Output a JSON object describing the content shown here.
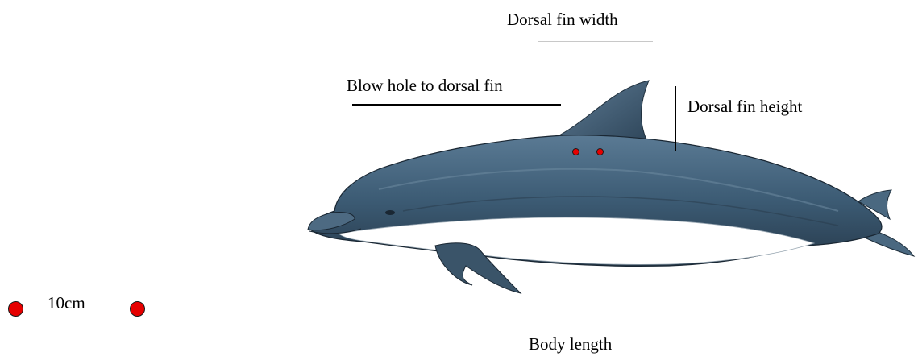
{
  "labels": {
    "dorsal_fin_width": "Dorsal fin width",
    "blow_hole_to_dorsal_fin": "Blow hole to dorsal fin",
    "dorsal_fin_height": "Dorsal fin height",
    "scale": "10cm",
    "body_length": "Body length"
  },
  "colors": {
    "marker_dot": "#e60000",
    "dolphin_back": "#3f5f78",
    "dolphin_belly": "#ffffff"
  }
}
